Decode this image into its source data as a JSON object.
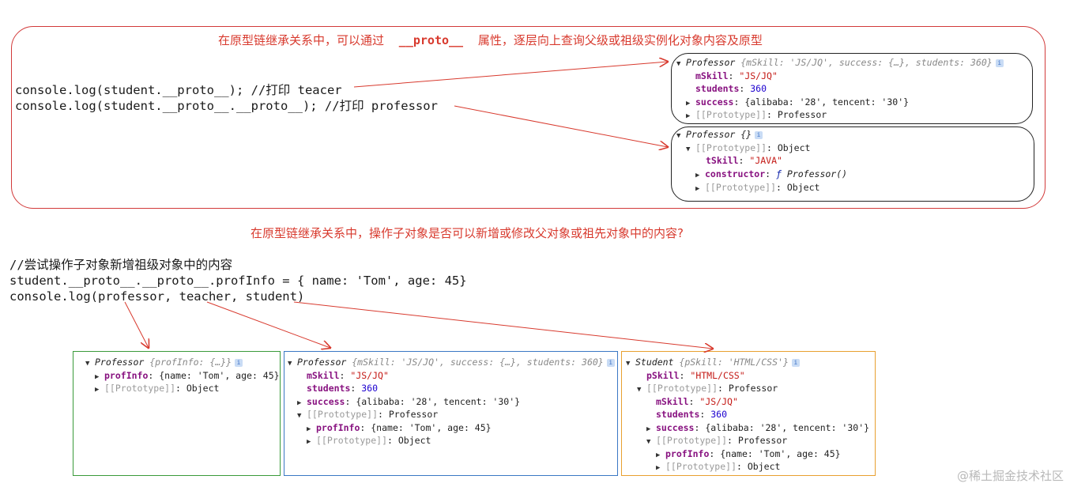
{
  "top_note": {
    "prefix": "在原型链继承关系中，可以通过",
    "code": "__proto__",
    "suffix": "属性，逐层向上查询父级或祖级实例化对象内容及原型"
  },
  "top_code": [
    "console.log(student.__proto__); //打印 teacer",
    "console.log(student.__proto__.__proto__); //打印 professor"
  ],
  "console1": {
    "header_name": "Professor",
    "header_preview": " {mSkill: 'JS/JQ', success: {…}, students: 360}",
    "l1_key": "mSkill",
    "l1_val": "\"JS/JQ\"",
    "l2_key": "students",
    "l2_val": "360",
    "l3_key": "success",
    "l3_val": "{alibaba: '28', tencent: '30'}",
    "l4_key": "[[Prototype]]",
    "l4_val": "Professor"
  },
  "console2": {
    "header_name": "Professor",
    "header_preview": " {}",
    "l1_key": "[[Prototype]]",
    "l1_val": "Object",
    "l2_key": "tSkill",
    "l2_val": "\"JAVA\"",
    "l3_key": "constructor",
    "l3_fn": "ƒ",
    "l3_val": "Professor()",
    "l4_key": "[[Prototype]]",
    "l4_val": "Object"
  },
  "middle_note": "在原型链继承关系中，操作子对象是否可以新增或修改父对象或祖先对象中的内容?",
  "bottom_code": [
    "//尝试操作子对象新增祖级对象中的内容",
    "student.__proto__.__proto__.profInfo = { name: 'Tom', age: 45}",
    "console.log(professor, teacher, student)"
  ],
  "panel_green": {
    "header_name": "Professor",
    "header_preview": " {profInfo: {…}}",
    "l1_key": "profInfo",
    "l1_val": "{name: 'Tom', age: 45}",
    "l2_key": "[[Prototype]]",
    "l2_val": "Object"
  },
  "panel_blue": {
    "header_name": "Professor",
    "header_preview": " {mSkill: 'JS/JQ', success: {…}, students: 360}",
    "l1_key": "mSkill",
    "l1_val": "\"JS/JQ\"",
    "l2_key": "students",
    "l2_val": "360",
    "l3_key": "success",
    "l3_val": "{alibaba: '28', tencent: '30'}",
    "l4_key": "[[Prototype]]",
    "l4_val": "Professor",
    "l5_key": "profInfo",
    "l5_val": "{name: 'Tom', age: 45}",
    "l6_key": "[[Prototype]]",
    "l6_val": "Object"
  },
  "panel_orange": {
    "header_name": "Student",
    "header_preview": " {pSkill: 'HTML/CSS'}",
    "l1_key": "pSkill",
    "l1_val": "\"HTML/CSS\"",
    "l2_key": "[[Prototype]]",
    "l2_val": "Professor",
    "l3_key": "mSkill",
    "l3_val": "\"JS/JQ\"",
    "l4_key": "students",
    "l4_val": "360",
    "l5_key": "success",
    "l5_val": "{alibaba: '28', tencent: '30'}",
    "l6_key": "[[Prototype]]",
    "l6_val": "Professor",
    "l7_key": "profInfo",
    "l7_val": "{name: 'Tom', age: 45}",
    "l8_key": "[[Prototype]]",
    "l8_val": "Object"
  },
  "colors": {
    "annotation_red": "#d83a2e",
    "green_border": "#3a9a3a",
    "blue_border": "#3a78c4",
    "orange_border": "#e8a030"
  },
  "watermark": "@稀土掘金技术社区"
}
